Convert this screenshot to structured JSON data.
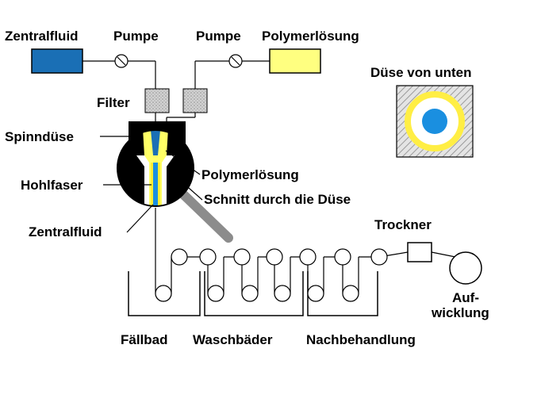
{
  "labels": {
    "zentralfluid_top": "Zentralfluid",
    "pumpe_left": "Pumpe",
    "pumpe_right": "Pumpe",
    "polymerloesung_top": "Polymerlösung",
    "duese_von_unten": "Düse von unten",
    "filter": "Filter",
    "spinnduese": "Spinndüse",
    "polymerloesung_cut": "Polymerlösung",
    "hohlfaser": "Hohlfaser",
    "schnitt": "Schnitt durch die Düse",
    "zentralfluid_cut": "Zentralfluid",
    "trockner": "Trockner",
    "aufwicklung_1": "Auf-",
    "aufwicklung_2": "wicklung",
    "faellbad": "Fällbad",
    "waschbaeder": "Waschbäder",
    "nachbehandlung": "Nachbehandlung"
  },
  "colors": {
    "zentralfluid": "#1a6fb5",
    "polymer": "#ffff80",
    "filter": "#c8c8c8",
    "duese_body": "#000000",
    "fiber_blue": "#1a8fe0",
    "fiber_yellow": "#ffee33",
    "handle": "#8c8c8c",
    "hatch": "#d0d0d0"
  }
}
